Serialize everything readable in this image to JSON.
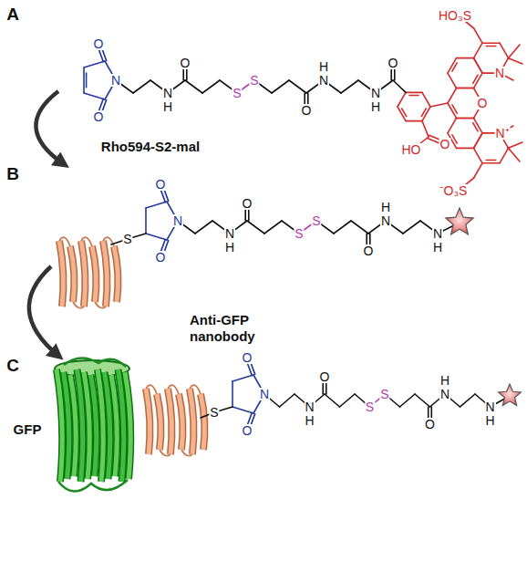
{
  "diagram": {
    "labels": [
      "A",
      "O",
      "N",
      "O",
      "N",
      "H",
      "O",
      "S",
      "S",
      "O",
      "H",
      "N",
      "N",
      "H",
      "O",
      "HO₃S",
      "N",
      "O",
      "HO",
      "O",
      "N⁺",
      "⁻O₃S",
      "Rho594-S2-mal",
      "B",
      "O",
      "S",
      "N",
      "O",
      "N",
      "H",
      "O",
      "S",
      "S",
      "O",
      "H",
      "N",
      "N",
      "H",
      "Anti-GFP nanobody",
      "C",
      "GFP",
      "O",
      "S",
      "N",
      "O",
      "N",
      "H",
      "O",
      "S",
      "S",
      "O",
      "H",
      "N",
      "N",
      "H"
    ]
  }
}
